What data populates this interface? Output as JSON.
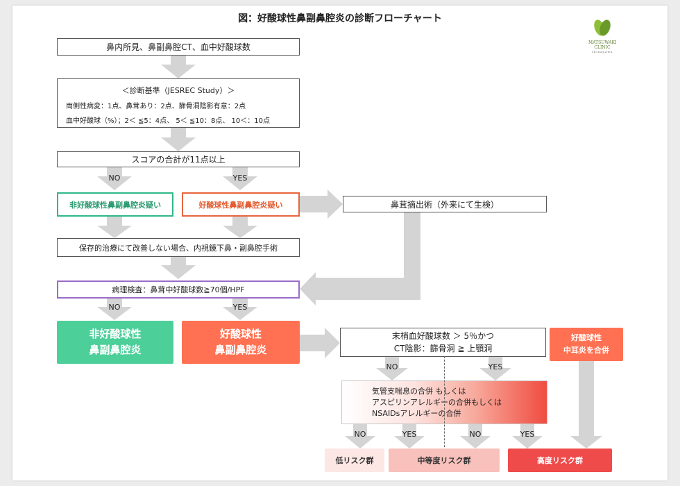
{
  "title": "図：好酸球性鼻副鼻腔炎の診断フローチャート",
  "logo": {
    "line1": "MATSUWAKI",
    "line2": "CLINIC",
    "line3": "shinagawa",
    "color": "#6a9a2a"
  },
  "boxes": {
    "initial_exam": "鼻内所見、鼻副鼻腔CT、血中好酸球数",
    "criteria": {
      "heading": "＜診断基準（JESREC Study）＞",
      "line1": "両側性病変：1点、鼻茸あり：2点、篩骨洞陰影有意：2点",
      "line2": "血中好酸球（%）；2＜ ≦5：4点、 5＜ ≦10：8点、 10＜：10点"
    },
    "score_total": "スコアの合計が11点以上",
    "suspect_non_eos": "非好酸球性鼻副鼻腔炎疑い",
    "suspect_eos": "好酸球性鼻副鼻腔炎疑い",
    "polyp_excision": "鼻茸摘出術（外来にて生検）",
    "conservative": "保存的治療にて改善しない場合、内視鏡下鼻・副鼻腔手術",
    "pathology": "病理検査：鼻茸中好酸球数≧70個/HPF",
    "final_non_eos": {
      "line1": "非好酸球性",
      "line2": "鼻副鼻腔炎"
    },
    "final_eos": {
      "line1": "好酸球性",
      "line2": "鼻副鼻腔炎"
    },
    "peripheral": {
      "line1": "末梢血好酸球数 ＞ 5％かつ",
      "line2": "CT陰影：篩骨洞 ≧ 上顎洞"
    },
    "otitis": {
      "line1": "好酸球性",
      "line2": "中耳炎を合併"
    },
    "asthma": {
      "line1": "気管支喘息の合併 もしくは",
      "line2": "アスピリンアレルギーの合併もしくは",
      "line3": "NSAIDsアレルギーの合併"
    }
  },
  "branch_labels": {
    "no": "NO",
    "yes": "YES"
  },
  "risk": {
    "low": "低リスク群",
    "mid": "中等度リスク群",
    "high": "高度リスク群"
  },
  "colors": {
    "arrow": "#d4d4d4",
    "green": "#4ccf99",
    "orange": "#ff7152",
    "purple": "#9a6cc8",
    "low_risk": "#fde7e5",
    "mid_risk": "#f8c1bc",
    "high_risk": "#ef4b4b"
  }
}
